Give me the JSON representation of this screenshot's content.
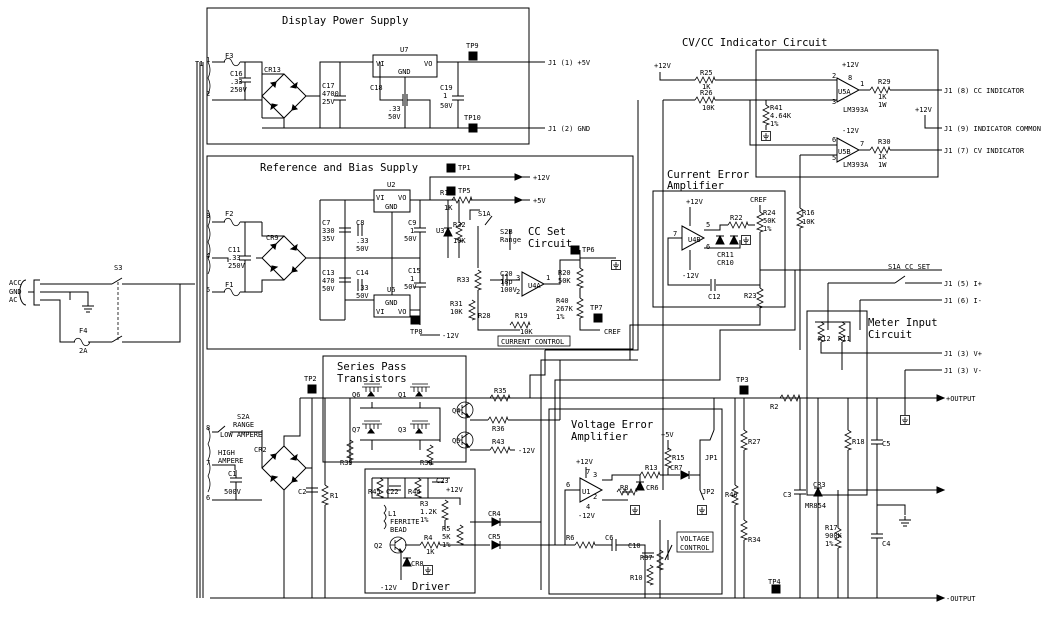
{
  "titles": {
    "display_power_supply": "Display Power Supply",
    "reference_bias_supply": "Reference and Bias Supply",
    "cvcc_indicator": "CV/CC Indicator Circuit",
    "current_error_amp_1": "Current Error",
    "current_error_amp_2": "Amplifier",
    "cc_set_1": "CC Set",
    "cc_set_2": "Circuit",
    "series_pass_1": "Series Pass",
    "series_pass_2": "Transistors",
    "voltage_error_1": "Voltage Error",
    "voltage_error_2": "Amplifier",
    "meter_input_1": "Meter Input",
    "meter_input_2": "Circuit",
    "driver": "Driver",
    "current_control": "CURRENT CONTROL",
    "voltage_control_1": "VOLTAGE",
    "voltage_control_2": "CONTROL"
  },
  "connectors": {
    "j1_1": "J1 (1) +5V",
    "j1_2": "J1 (2) GND",
    "j1_8": "J1 (8) CC INDICATOR",
    "j1_9": "J1 (9) INDICATOR COMMON",
    "j1_7": "J1 (7) CV INDICATOR",
    "j1_5": "J1 (5) I+",
    "j1_6": "J1 (6) I-",
    "j1_3p": "J1 (3) V+",
    "j1_3m": "J1 (3) V-",
    "out_pos": "+OUTPUT",
    "out_neg": "-OUTPUT",
    "s1a_cc_set": "S1A CC SET"
  },
  "rails": {
    "p12": "+12V",
    "p5": "+5V",
    "m12": "-12V",
    "cref": "CREF"
  },
  "ac": {
    "acc": "ACC",
    "gnd": "GND",
    "ac": "AC",
    "s3": "S3",
    "f4": "F4",
    "f4v": "2A",
    "t1": "T1"
  },
  "transformer_pins": [
    "1",
    "2",
    "3",
    "4",
    "5",
    "8",
    "7",
    "6"
  ],
  "range": {
    "s2a": "S2A",
    "range": "RANGE",
    "low": "LOW AMPERE",
    "high_1": "HIGH",
    "high_2": "AMPERE",
    "s1a": "S1A",
    "s2b": "S2B",
    "s2b_r": "Range"
  },
  "test_points": {
    "tp1": "TP1",
    "tp2": "TP2",
    "tp3": "TP3",
    "tp4": "TP4",
    "tp5": "TP5",
    "tp6": "TP6",
    "tp7": "TP7",
    "tp8": "TP8",
    "tp9": "TP9",
    "tp10": "TP10"
  },
  "parts": {
    "f3": "F3",
    "c16": "C16",
    "c16v1": ".33",
    "c16v2": "250V",
    "cr13": "CR13",
    "c17": "C17",
    "c17v1": "4700",
    "c17v2": "25V",
    "u7": "U7",
    "vi": "VI",
    "vo": "VO",
    "gnd": "GND",
    "c18": "C18",
    "c18v1": ".33",
    "c18v2": "50V",
    "c19": "C19",
    "c19v1": "1",
    "c19v2": "50V",
    "f2": "F2",
    "c11": "C11",
    "c11v1": ".33",
    "c11v2": "250V",
    "cr9": "CR9",
    "c7": "C7",
    "c7v1": "330",
    "c7v2": "35V",
    "c8": "C8",
    "c8v1": ".33",
    "c8v2": "50V",
    "u2": "U2",
    "c9": "C9",
    "c9v1": "1",
    "c9v2": "50V",
    "r14": "R14",
    "r14v": "1K",
    "u3": "U3",
    "r32": "R32",
    "r32v": "10K",
    "c13": "C13",
    "c13v1": "470",
    "c13v2": "50V",
    "c14": "C14",
    "c14v1": ".33",
    "c14v2": "50V",
    "u6": "U6",
    "c15": "C15",
    "c15v1": "1",
    "c15v2": "50V",
    "f1": "F1",
    "r33": "R33",
    "r31": "R31",
    "r31v": "10K",
    "r28": "R28",
    "c20": "C20",
    "c20v1": "18p",
    "c20v2": "100V",
    "u4a": "U4A",
    "r20": "R20",
    "r20v": "50K",
    "r40": "R40",
    "r40v1": "267K",
    "r40v2": "1%",
    "r19": "R19",
    "r19v": "10K",
    "r25": "R25",
    "r25v": "1K",
    "r26": "R26",
    "r26v": "10K",
    "r41": "R41",
    "r41v1": "4.64K",
    "r41v2": "1%",
    "u5a": "U5A",
    "u5b": "U5B",
    "lm393a": "LM393A",
    "r29": "R29",
    "r29v1": "1K",
    "r29v2": "1W",
    "r30": "R30",
    "r30v1": "1K",
    "r30v2": "1W",
    "u4b": "U4B",
    "r22": "R22",
    "r24": "R24",
    "r24v1": "50K",
    "r24v2": "1%",
    "cr11": "CR11",
    "cr10": "CR10",
    "c12": "C12",
    "r23": "R23",
    "r16": "R16",
    "r16v": "10K",
    "r12": "R12",
    "r11": "R11",
    "r2": "R2",
    "r18": "R18",
    "c5": "C5",
    "c4": "C4",
    "c3": "C3",
    "cr3": "CR3",
    "mr854": "MR854",
    "r17": "R17",
    "r17v1": "900K",
    "r17v2": "1%",
    "q6": "Q6",
    "q1": "Q1",
    "q7": "Q7",
    "q3": "Q3",
    "q4": "Q4",
    "q5": "Q5",
    "q2": "Q2",
    "r35": "R35",
    "r36": "R36",
    "r43": "R43",
    "r39": "R39",
    "r38": "R38",
    "r45": "R45",
    "c22": "C22",
    "r44": "R44",
    "c23": "C23",
    "r3": "R3",
    "r3v1": "1.2K",
    "r3v2": "1%",
    "l1": "L1",
    "ferrite_1": "FERRITE",
    "ferrite_2": "BEAD",
    "r4": "R4",
    "r4v": "1K",
    "r5": "R5",
    "r5v1": "5K",
    "r5v2": "1%",
    "cr8": "CR8",
    "cr4": "CR4",
    "cr5": "CR5",
    "c1": "C1",
    "c1v": "500V",
    "cr2": "CR2",
    "c2": "C2",
    "r1": "R1",
    "u1": "U1",
    "r13": "R13",
    "cr7": "CR7",
    "cr6": "CR6",
    "r8": "R8",
    "r15": "R15",
    "r6": "R6",
    "c6": "C6",
    "c10": "C10",
    "r37": "R37",
    "r10": "R10",
    "jp1": "JP1",
    "jp2": "JP2",
    "r27": "R27",
    "r46": "R46",
    "r34": "R34"
  },
  "pins": {
    "p1": "1",
    "p2": "2",
    "p3": "3",
    "p4": "4",
    "p5": "5",
    "p6": "6",
    "p7": "7",
    "p8": "8"
  }
}
